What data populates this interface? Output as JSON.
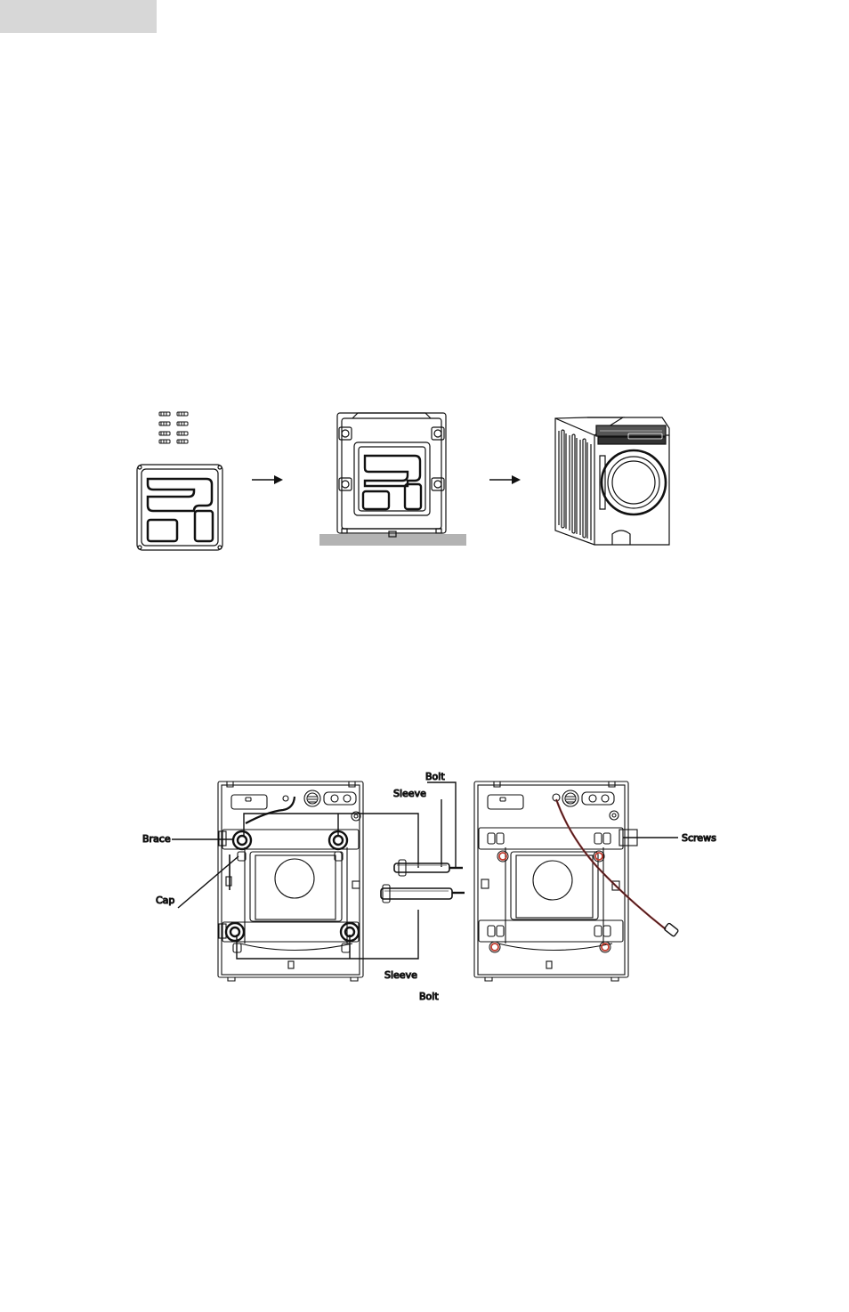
{
  "page": {
    "header_tab_color": "#d7d7d7"
  },
  "figure1": {
    "steps": [
      "base-panel-with-screws",
      "machine-on-base",
      "assembled-machine"
    ],
    "arrows": 2
  },
  "figure2": {
    "labels": {
      "bolt_top": "Bolt",
      "sleeve_top": "Sleeve",
      "brace": "Brace",
      "cap": "Cap",
      "sleeve_bottom": "Sleeve",
      "bolt_bottom": "Bolt",
      "screws": "Screws"
    },
    "accent_color": "#c0392b"
  }
}
